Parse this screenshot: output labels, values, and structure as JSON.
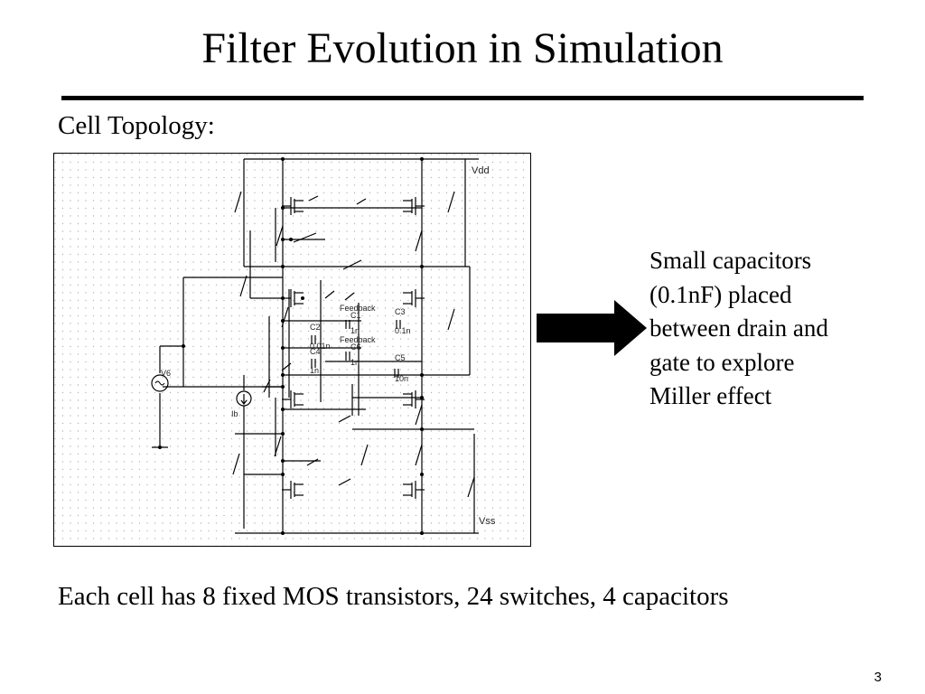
{
  "slide": {
    "title": "Filter Evolution in Simulation",
    "subtitle": "Cell Topology:",
    "note_lines": [
      "Small capacitors",
      "(0.1nF) placed",
      "between drain and",
      "gate to explore",
      "Miller effect"
    ],
    "footer": "Each cell has 8 fixed MOS transistors, 24 switches, 4 capacitors",
    "page_number": "3"
  },
  "schematic": {
    "labels": {
      "vdd": "Vdd",
      "vss": "Vss",
      "v6": "V6",
      "ib": "Ib",
      "feedback1": "Feedback",
      "feedback2": "Feedback",
      "c1": "C1",
      "c1_val": "1n",
      "c2": "C2",
      "c2_val": "0.01n",
      "c3": "C3",
      "c3_val": "0.1n",
      "c4": "C4",
      "c4_val": "1n",
      "c5": "C5",
      "c5_val": "10n",
      "c6": "C6",
      "c6_val": "1n"
    }
  }
}
